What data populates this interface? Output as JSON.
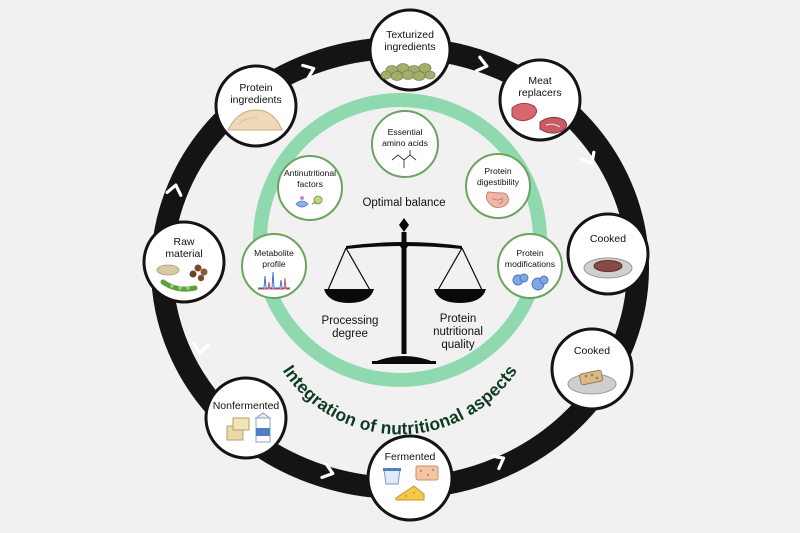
{
  "outer_nodes": {
    "texturized": {
      "label": [
        "Texturized",
        "ingredients"
      ],
      "icon": "texturized-protein-chunks-icon"
    },
    "meat_replacers": {
      "label": [
        "Meat",
        "replacers"
      ],
      "icon": "meat-steak-icon"
    },
    "cooked_top": {
      "label": [
        "Cooked"
      ],
      "icon": "cooked-steak-plate-icon"
    },
    "cooked_bottom": {
      "label": [
        "Cooked"
      ],
      "icon": "cooked-tempeh-plate-icon"
    },
    "fermented": {
      "label": [
        "Fermented"
      ],
      "icon": "yogurt-cheese-tempeh-icon"
    },
    "nonfermented": {
      "label": [
        "Nonfermented"
      ],
      "icon": "tofu-milk-carton-icon"
    },
    "raw_material": {
      "label": [
        "Raw",
        "material"
      ],
      "icon": "legumes-pod-icon"
    },
    "protein_ingredients": {
      "label": [
        "Protein",
        "ingredients"
      ],
      "icon": "protein-powder-pile-icon"
    }
  },
  "inner_nodes": {
    "essential_amino_acids": {
      "label": [
        "Essential",
        "amino acids"
      ],
      "icon": "amino-acid-structure-icon"
    },
    "protein_digestibility": {
      "label": [
        "Protein",
        "digestibility"
      ],
      "icon": "digestive-system-icon"
    },
    "protein_modifications": {
      "label": [
        "Protein",
        "modifications"
      ],
      "icon": "modified-protein-icon"
    },
    "metabolite_profile": {
      "label": [
        "Metabolite",
        "profile"
      ],
      "icon": "chromatogram-icon"
    },
    "antinutritional_factors": {
      "label": [
        "Antinutritional",
        "factors"
      ],
      "icon": "enzyme-inhibitor-icon"
    }
  },
  "center": {
    "balance_title": "Optimal balance",
    "left_pan": [
      "Processing",
      "degree"
    ],
    "right_pan": [
      "Protein",
      "nutritional",
      "quality"
    ],
    "icon": "balance-scale-icon"
  },
  "ring_text": "Integration of nutritional aspects",
  "colors": {
    "background": "#f1f1f1",
    "outer_ring": "#141414",
    "inner_ring": "#8ed9ad",
    "inner_node_border": "#6aa45f",
    "node_fill": "#ffffff",
    "scale": "#0a0a0a"
  }
}
